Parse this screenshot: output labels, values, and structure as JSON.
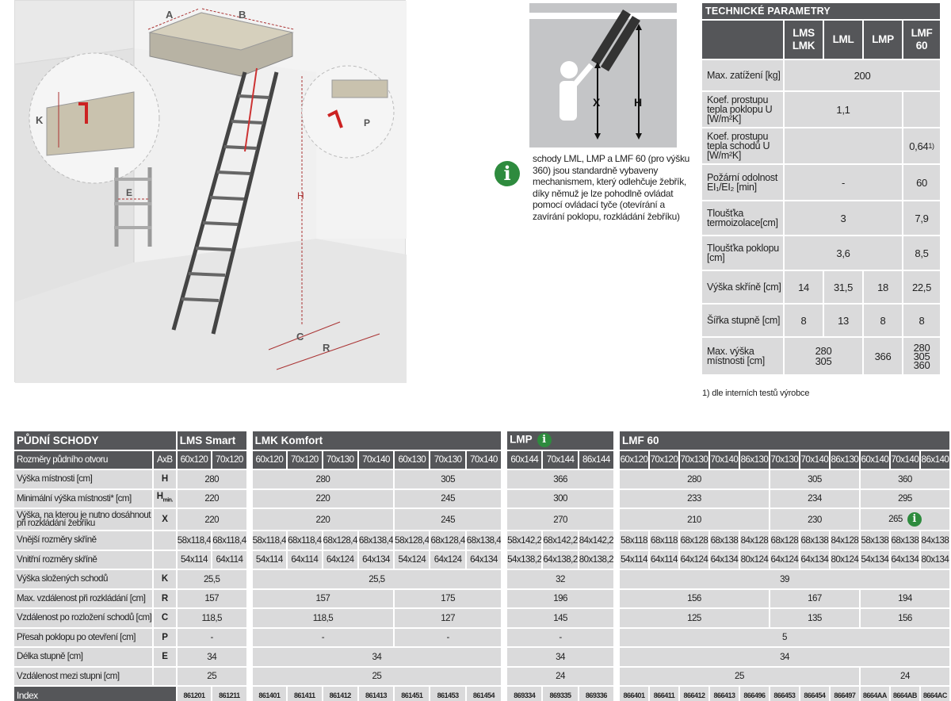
{
  "illustration": {
    "labels": {
      "A": "A",
      "B": "B",
      "K": "K",
      "P": "P",
      "E": "E",
      "H": "H",
      "C": "C",
      "R": "R",
      "X": "X"
    }
  },
  "note": {
    "icon": "info-icon",
    "text": "schody LML, LMP a LMF 60 (pro výšku 360) jsou standardně vybaveny mechanismem, který odlehčuje žebřík, díky němuž je lze pohodlně ovládat pomocí ovládací tyče (otevírání a zavírání poklopu, rozkládání žebříku)"
  },
  "tech": {
    "title": "TECHNICKÉ PARAMETRY",
    "headers": [
      "LMS\nLMK",
      "LML",
      "LMP",
      "LMF\n60"
    ],
    "rows": {
      "load": {
        "label": "Max. zatížení [kg]",
        "value": "200"
      },
      "u_hatch": {
        "label": "Koef. prostupu tepla poklopu U [W/m²K]",
        "value": "1,1"
      },
      "u_stairs": {
        "label": "Koef. prostupu tepla schodů U [W/m²K]",
        "value": "0,64",
        "mark": "1)"
      },
      "fire": {
        "label": "Požární odolnost EI₁/EI₂ [min]",
        "value": "-",
        "value_lmf": "60"
      },
      "insul": {
        "label": "Tloušťka termoizolace[cm]",
        "value": "3",
        "value_lmf": "7,9"
      },
      "hatch": {
        "label": "Tloušťka poklopu [cm]",
        "value": "3,6",
        "value_lmf": "8,5"
      },
      "box": {
        "label": "Výška skříně [cm]",
        "lms": "14",
        "lml": "31,5",
        "lmp": "18",
        "lmf": "22,5"
      },
      "step": {
        "label": "Šířka stupně [cm]",
        "lms": "8",
        "lml": "13",
        "lmp": "8",
        "lmf": "8"
      },
      "maxh": {
        "label": "Max. výška místnosti [cm]",
        "lms_lml": "280\n305",
        "lmp": "366",
        "lmf": "280\n305\n360"
      }
    },
    "footnote": "1) dle interních testů výrobce"
  },
  "bottom": {
    "header": {
      "title": "PŮDNÍ SCHODY",
      "lms": "LMS Smart",
      "lmk": "LMK Komfort",
      "lmp": "LMP",
      "lmf": "LMF 60"
    },
    "sizes_label": "Rozměry půdního otvoru",
    "sizes_symbol": "AxB",
    "sizes": {
      "lms": [
        "60x120",
        "70x120"
      ],
      "lmk": [
        "60x120",
        "70x120",
        "70x130",
        "70x140",
        "60x130",
        "70x130",
        "70x140"
      ],
      "lmp": [
        "60x144",
        "70x144",
        "86x144"
      ],
      "lmf": [
        "60x120",
        "70x120",
        "70x130",
        "70x140",
        "86x130",
        "70x130",
        "70x140",
        "86x130",
        "60x140",
        "70x140",
        "86x140"
      ]
    },
    "rows": [
      {
        "label": "Výška místnosti [cm]",
        "sym": "H",
        "lms": "280",
        "lmk": [
          "280",
          "305"
        ],
        "lmp": "366",
        "lmf": [
          "280",
          "305",
          "360"
        ]
      },
      {
        "label": "Minimální výška místnosti* [cm]",
        "sym": "H",
        "sym_sub": "min.",
        "lms": "220",
        "lmk": [
          "220",
          "245"
        ],
        "lmp": "300",
        "lmf": [
          "233",
          "234",
          "295"
        ]
      },
      {
        "label": "Výška, na kterou je nutno dosáhnout při rozkládání žebříku",
        "sym": "X",
        "lms": "220",
        "lmk": [
          "220",
          "245"
        ],
        "lmp": "270",
        "lmf": [
          "210",
          "230",
          "265"
        ]
      },
      {
        "label": "Vnější rozměry skříně",
        "lms": [
          "58x118,4",
          "68x118,4"
        ],
        "lmk": [
          "58x118,4",
          "68x118,4",
          "68x128,4",
          "68x138,4",
          "58x128,4",
          "68x128,4",
          "68x138,4"
        ],
        "lmp": [
          "58x142,2",
          "68x142,2",
          "84x142,2"
        ],
        "lmf": [
          "58x118",
          "68x118",
          "68x128",
          "68x138",
          "84x128",
          "68x128",
          "68x138",
          "84x128",
          "58x138",
          "68x138",
          "84x138"
        ]
      },
      {
        "label": "Vnitřní rozměry skříně",
        "lms": [
          "54x114",
          "64x114"
        ],
        "lmk": [
          "54x114",
          "64x114",
          "64x124",
          "64x134",
          "54x124",
          "64x124",
          "64x134"
        ],
        "lmp": [
          "54x138,2",
          "64x138,2",
          "80x138,2"
        ],
        "lmf": [
          "54x114",
          "64x114",
          "64x124",
          "64x134",
          "80x124",
          "64x124",
          "64x134",
          "80x124",
          "54x134",
          "64x134",
          "80x134"
        ]
      },
      {
        "label": "Výška složených schodů",
        "sym": "K",
        "lms": "25,5",
        "lmk": "25,5",
        "lmp": "32",
        "lmf": "39"
      },
      {
        "label": "Max. vzdálenost při rozkládání [cm]",
        "sym": "R",
        "lms": "157",
        "lmk": [
          "157",
          "175"
        ],
        "lmp": "196",
        "lmf": [
          "156",
          "167",
          "194"
        ]
      },
      {
        "label": "Vzdálenost po rozložení schodů [cm]",
        "sym": "C",
        "lms": "118,5",
        "lmk": [
          "118,5",
          "127"
        ],
        "lmp": "145",
        "lmf": [
          "125",
          "135",
          "156"
        ]
      },
      {
        "label": "Přesah poklopu po otevření [cm]",
        "sym": "P",
        "lms": "-",
        "lmk": [
          "-",
          "-"
        ],
        "lmp": "-",
        "lmf": "5"
      },
      {
        "label": "Délka stupně [cm]",
        "sym": "E",
        "lms": "34",
        "lmk": "34",
        "lmp": "34",
        "lmf": "34"
      },
      {
        "label": "Vzdálenost mezi stupni [cm]",
        "lms": "25",
        "lmk": "25",
        "lmp": "24",
        "lmf": [
          "25",
          "24"
        ]
      }
    ],
    "index_label": "Index",
    "index": {
      "lms": [
        "861201",
        "861211"
      ],
      "lmk": [
        "861401",
        "861411",
        "861412",
        "861413",
        "861451",
        "861453",
        "861454"
      ],
      "lmp": [
        "869334",
        "869335",
        "869336"
      ],
      "lmf": [
        "866401",
        "866411",
        "866412",
        "866413",
        "866496",
        "866453",
        "866454",
        "866497",
        "8664AA",
        "8664AB",
        "8664AC"
      ]
    }
  }
}
